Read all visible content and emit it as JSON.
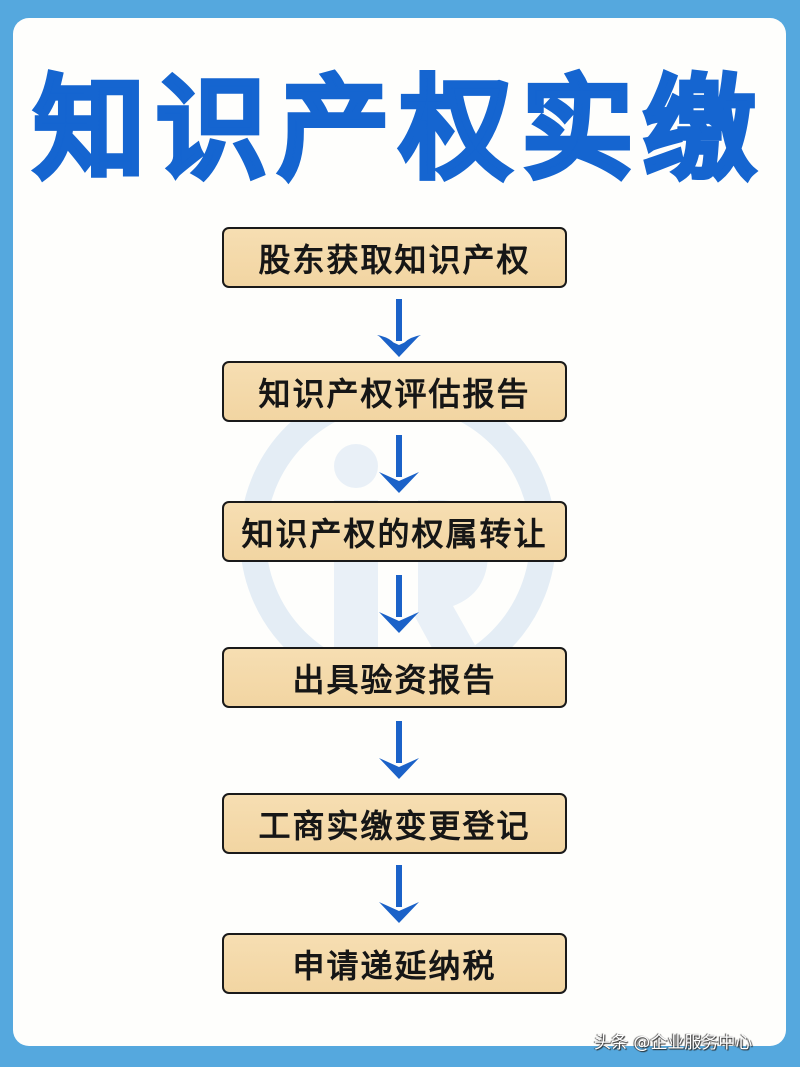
{
  "title": "知识产权实缴",
  "steps": [
    {
      "label": "股东获取知识产权"
    },
    {
      "label": "知识产权评估报告"
    },
    {
      "label": "知识产权的权属转让"
    },
    {
      "label": "出具验资报告"
    },
    {
      "label": "工商实缴变更登记"
    },
    {
      "label": "申请递延纳税"
    }
  ],
  "arrow_icon": "arrow-down-icon",
  "watermark_icon": "ir-logo-watermark",
  "footer": {
    "text": "头条 @企业服务中心"
  },
  "colors": {
    "background": "#55a8de",
    "card": "#fefefc",
    "title": "#1565d0",
    "step_fill": "#f4d9a8",
    "step_border": "#1a1a1a",
    "arrow": "#1b62c8"
  }
}
